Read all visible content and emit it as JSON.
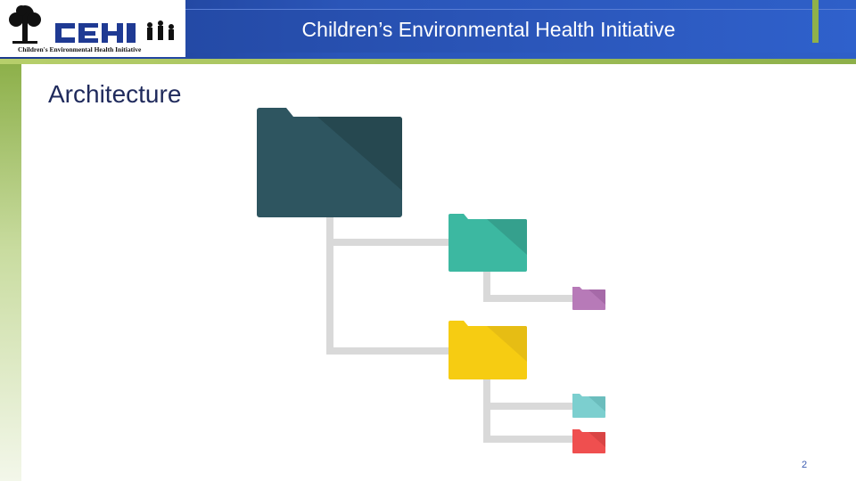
{
  "header": {
    "title": "Children’s Environmental Health Initiative",
    "logo_text": "CEHI",
    "logo_subtitle": "Children's Environmental Health Initiative"
  },
  "slide": {
    "heading": "Architecture",
    "page_number": "2"
  },
  "diagram": {
    "folders": [
      {
        "id": "root",
        "color": "#2e5560",
        "level": 0
      },
      {
        "id": "child-1",
        "color": "#3cb8a1",
        "level": 1
      },
      {
        "id": "child-1-1",
        "color": "#b77ab8",
        "level": 2
      },
      {
        "id": "child-2",
        "color": "#f6cc12",
        "level": 1
      },
      {
        "id": "child-2-1",
        "color": "#7ccfcf",
        "level": 2
      },
      {
        "id": "child-2-2",
        "color": "#ef4f4f",
        "level": 2
      }
    ],
    "connector_color": "#d9d9d9"
  }
}
